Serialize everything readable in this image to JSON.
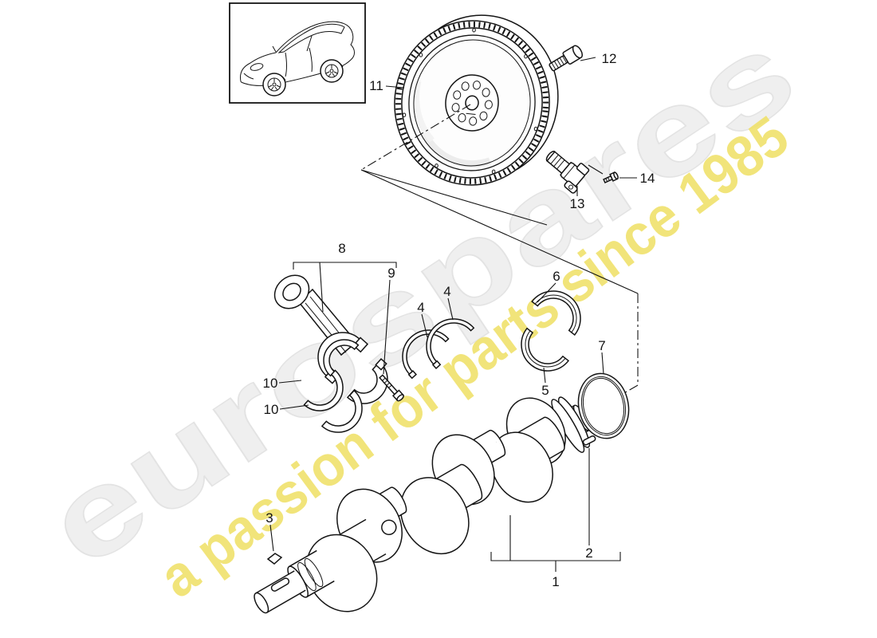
{
  "watermark": {
    "brand": "eurospares",
    "tagline": "a passion for parts since 1985",
    "brand_color": "#efefef",
    "brand_outline": "#e3e3e3",
    "tagline_color": "#f0e168"
  },
  "callouts": {
    "c1": "1",
    "c2": "2",
    "c3": "3",
    "c4": "4",
    "c5": "5",
    "c6": "6",
    "c7": "7",
    "c8": "8",
    "c9": "9",
    "c10": "10",
    "c11": "11",
    "c12": "12",
    "c13": "13",
    "c14": "14"
  },
  "styles": {
    "line_color": "#141414"
  }
}
